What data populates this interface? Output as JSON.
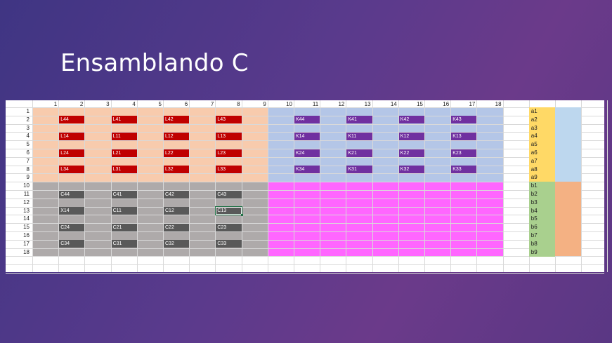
{
  "slide": {
    "title": "Ensamblando C"
  },
  "sheet": {
    "column_headers": [
      "1",
      "2",
      "3",
      "4",
      "5",
      "6",
      "7",
      "8",
      "9",
      "10",
      "11",
      "12",
      "13",
      "14",
      "15",
      "16",
      "17",
      "18"
    ],
    "row_headers": [
      "1",
      "2",
      "3",
      "4",
      "5",
      "6",
      "7",
      "8",
      "9",
      "10",
      "11",
      "12",
      "13",
      "14",
      "15",
      "16",
      "17",
      "18"
    ],
    "blocks": {
      "L": {
        "color": "#c00000",
        "background": "#f8cbad",
        "rows": [
          [
            "L44",
            "L41",
            "L42",
            "L43"
          ],
          [
            "L14",
            "L11",
            "L12",
            "L13"
          ],
          [
            "L24",
            "L21",
            "L22",
            "L23"
          ],
          [
            "L34",
            "L31",
            "L32",
            "L33"
          ]
        ]
      },
      "K": {
        "color": "#7030a0",
        "background": "#b4c6e7",
        "rows": [
          [
            "K44",
            "K41",
            "K42",
            "K43"
          ],
          [
            "K14",
            "K11",
            "K12",
            "K13"
          ],
          [
            "K24",
            "K21",
            "K22",
            "K23"
          ],
          [
            "K34",
            "K31",
            "K32",
            "K33"
          ]
        ]
      },
      "C": {
        "color": "#595959",
        "background": "#aeaaaa",
        "rows": [
          [
            "C44",
            "C41",
            "C42",
            "C43"
          ],
          [
            "X14",
            "C11",
            "C12",
            "C13"
          ],
          [
            "C24",
            "C21",
            "C22",
            "C23"
          ],
          [
            "C34",
            "C31",
            "C32",
            "C33"
          ]
        ]
      },
      "magenta_background": "#ff66ff"
    },
    "selected_cell": "C13",
    "side_a": {
      "color": "#ffd966",
      "strip": "#bdd7ee",
      "labels": [
        "a1",
        "a2",
        "a3",
        "a4",
        "a5",
        "a6",
        "a7",
        "a8",
        "a9"
      ]
    },
    "side_b": {
      "color": "#a9d08e",
      "strip": "#f4b183",
      "labels": [
        "b1",
        "b2",
        "b3",
        "b4",
        "b5",
        "b6",
        "b7",
        "b8",
        "b9"
      ]
    }
  }
}
